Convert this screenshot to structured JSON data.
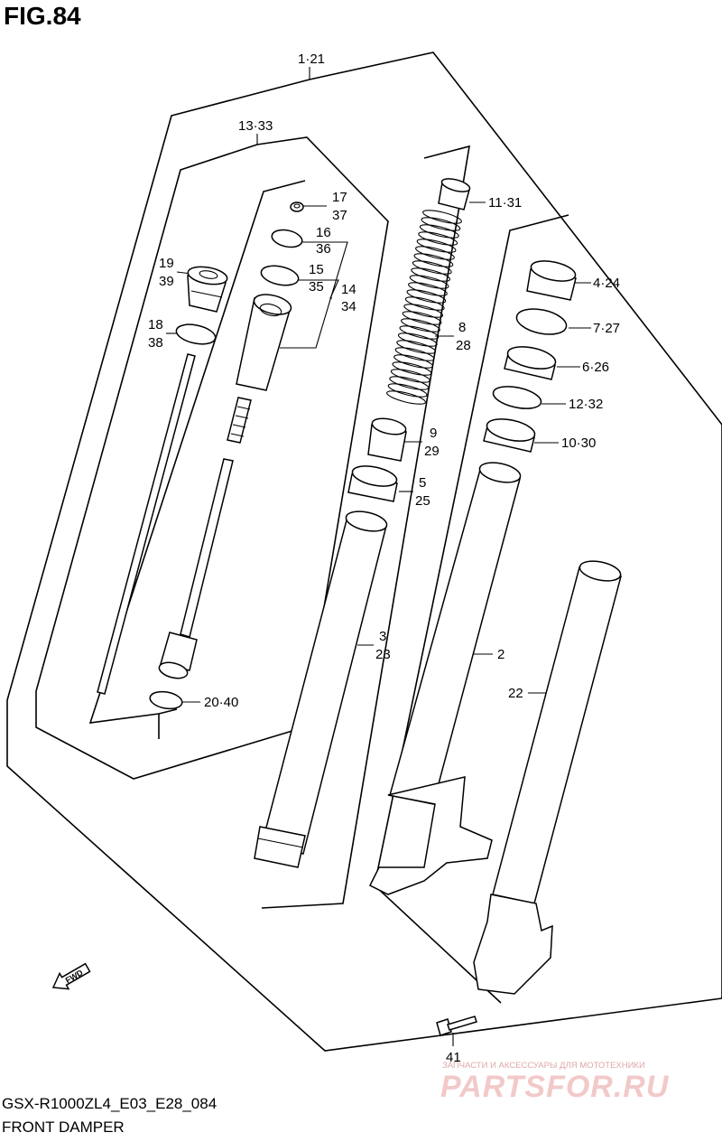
{
  "figure": {
    "title": "FIG.84",
    "model_code": "GSX-R1000ZL4_E03_E28_084",
    "section_name": "FRONT DAMPER"
  },
  "callouts": {
    "c1_21": "1·21",
    "c13_33": "13·33",
    "c17": "17",
    "c37": "37",
    "c16": "16",
    "c36": "36",
    "c15": "15",
    "c35": "35",
    "c14": "14",
    "c34": "34",
    "c19": "19",
    "c39": "39",
    "c18": "18",
    "c38": "38",
    "c11_31": "11·31",
    "c8": "8",
    "c28": "28",
    "c9": "9",
    "c29": "29",
    "c5": "5",
    "c25": "25",
    "c3": "3",
    "c23": "23",
    "c2": "2",
    "c22": "22",
    "c4_24": "4·24",
    "c7_27": "7·27",
    "c6_26": "6·26",
    "c12_32": "12·32",
    "c10_30": "10·30",
    "c20_40": "20·40",
    "c41": "41",
    "fwd": "FWD"
  },
  "watermark": {
    "tagline": "ЗАПЧАСТИ И АКСЕССУАРЫ ДЛЯ МОТОТЕХНИКИ",
    "logo": "PARTSFOR.RU"
  }
}
